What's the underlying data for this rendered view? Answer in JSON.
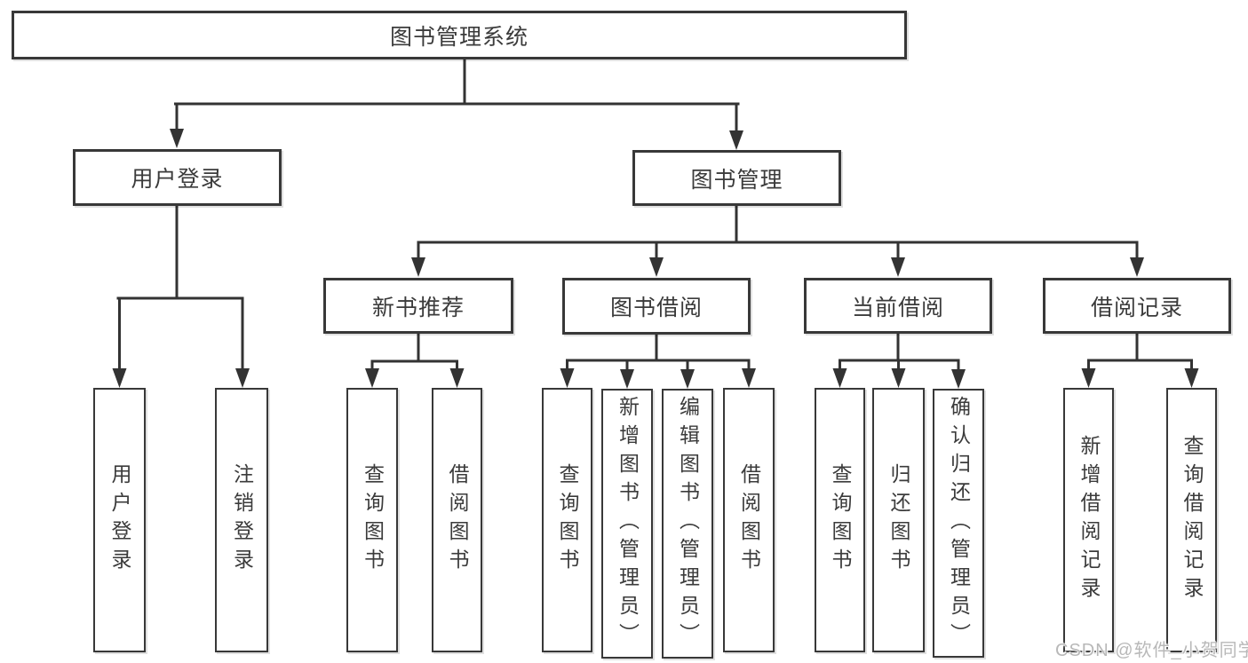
{
  "diagram": {
    "root": {
      "label": "图书管理系统",
      "children": [
        {
          "label": "用户登录",
          "children": [
            {
              "label": "用户登录"
            },
            {
              "label": "注销登录"
            }
          ]
        },
        {
          "label": "图书管理",
          "children": [
            {
              "label": "新书推荐",
              "children": [
                {
                  "label": "查询图书"
                },
                {
                  "label": "借阅图书"
                }
              ]
            },
            {
              "label": "图书借阅",
              "children": [
                {
                  "label": "查询图书"
                },
                {
                  "label": "新增图书（管理员）"
                },
                {
                  "label": "编辑图书（管理员）"
                },
                {
                  "label": "借阅图书"
                }
              ]
            },
            {
              "label": "当前借阅",
              "children": [
                {
                  "label": "查询图书"
                },
                {
                  "label": "归还图书"
                },
                {
                  "label": "确认归还（管理员）"
                }
              ]
            },
            {
              "label": "借阅记录",
              "children": [
                {
                  "label": "新增借阅记录"
                },
                {
                  "label": "查询借阅记录"
                }
              ]
            }
          ]
        }
      ]
    }
  },
  "watermark": {
    "text": "CSDN @软件_小贺同学"
  },
  "colors": {
    "line": "#333333",
    "text": "#3b3b3b",
    "watermark": "#b8b8b8",
    "background": "#ffffff"
  }
}
